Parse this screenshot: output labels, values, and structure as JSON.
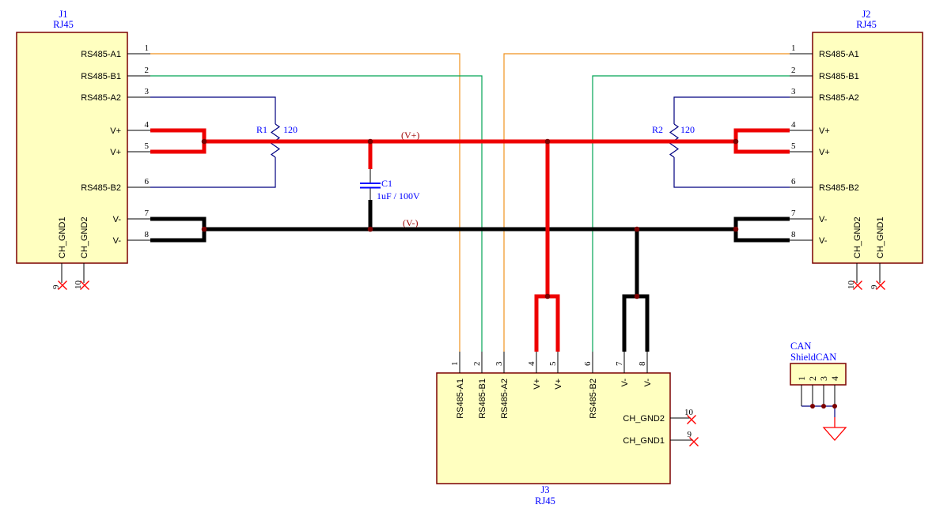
{
  "colors": {
    "wire-red": "#EE0000",
    "wire-black": "#000000",
    "wire-orange": "#F0921E",
    "wire-green": "#00A455",
    "wire-navy": "#000080",
    "box-fill": "#FFFFC0",
    "box-border": "#7B0000",
    "junction": "#7B0000",
    "label-blue": "#0000FF",
    "net-label": "#9B0000",
    "nc-red": "#FF0000"
  },
  "j1": {
    "designator": "J1",
    "type": "RJ45",
    "pins": [
      {
        "number": "1",
        "name": "RS485-A1"
      },
      {
        "number": "2",
        "name": "RS485-B1"
      },
      {
        "number": "3",
        "name": "RS485-A2"
      },
      {
        "number": "4",
        "name": "V+"
      },
      {
        "number": "5",
        "name": "V+"
      },
      {
        "number": "6",
        "name": "RS485-B2"
      },
      {
        "number": "7",
        "name": "V-"
      },
      {
        "number": "8",
        "name": "V-"
      }
    ],
    "bottom_pins": [
      {
        "number": "9",
        "name": "CH_GND1"
      },
      {
        "number": "10",
        "name": "CH_GND2"
      }
    ]
  },
  "j2": {
    "designator": "J2",
    "type": "RJ45",
    "pins": [
      {
        "number": "1",
        "name": "RS485-A1"
      },
      {
        "number": "2",
        "name": "RS485-B1"
      },
      {
        "number": "3",
        "name": "RS485-A2"
      },
      {
        "number": "4",
        "name": "V+"
      },
      {
        "number": "5",
        "name": "V+"
      },
      {
        "number": "6",
        "name": "RS485-B2"
      },
      {
        "number": "7",
        "name": "V-"
      },
      {
        "number": "8",
        "name": "V-"
      }
    ],
    "bottom_pins": [
      {
        "number": "10",
        "name": "CH_GND2"
      },
      {
        "number": "9",
        "name": "CH_GND1"
      }
    ]
  },
  "j3": {
    "designator": "J3",
    "type": "RJ45",
    "top_pins": [
      {
        "number": "1",
        "name": "RS485-A1"
      },
      {
        "number": "2",
        "name": "RS485-B1"
      },
      {
        "number": "3",
        "name": "RS485-A2"
      },
      {
        "number": "4",
        "name": "V+"
      },
      {
        "number": "5",
        "name": "V+"
      },
      {
        "number": "6",
        "name": "RS485-B2"
      },
      {
        "number": "7",
        "name": "V-"
      },
      {
        "number": "8",
        "name": "V-"
      }
    ],
    "right_pins": [
      {
        "number": "10",
        "name": "CH_GND2"
      },
      {
        "number": "9",
        "name": "CH_GND1"
      }
    ]
  },
  "can": {
    "designator": "CAN",
    "type": "ShieldCAN",
    "pin_numbers": [
      "1",
      "2",
      "3",
      "4"
    ]
  },
  "resistors": [
    {
      "designator": "R1",
      "value": "120"
    },
    {
      "designator": "R2",
      "value": "120"
    }
  ],
  "capacitor": {
    "designator": "C1",
    "value": "1uF / 100V"
  },
  "net_labels": {
    "vplus": "(V+)",
    "vminus": "(V-)"
  }
}
